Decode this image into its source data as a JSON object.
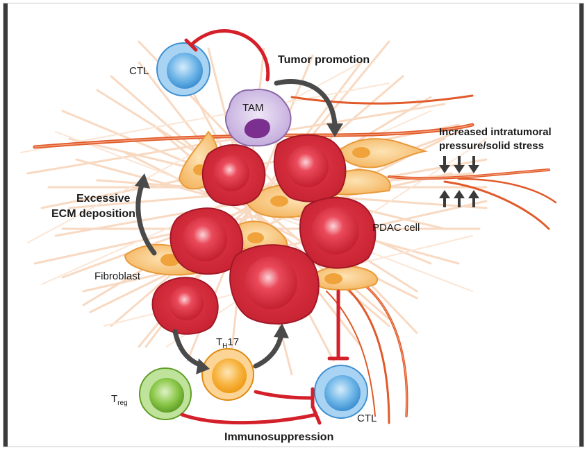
{
  "labels": {
    "ctl_top": "CTL",
    "tumor_promotion": "Tumor promotion",
    "tam": "TAM",
    "pressure_line1": "Increased intratumoral",
    "pressure_line2": "pressure/solid stress",
    "ecm_line1": "Excessive",
    "ecm_line2": "ECM deposition",
    "pdac_cell": "PDAC cell",
    "fibroblast": "Fibroblast",
    "th17_main": "T",
    "th17_sub": "H",
    "th17_suffix": "17",
    "treg_main": "T",
    "treg_sub": "reg",
    "ctl_bottom": "CTL",
    "immunosuppression": "Immunosuppression"
  },
  "colors": {
    "tumor_cell": "#d8283a",
    "tumor_cell_dark": "#b81d2c",
    "fibroblast": "#f6c172",
    "fibroblast_nucleus": "#f0a33a",
    "ecm_fiber": "#f8d7bf",
    "collagen_orange": "#e05a2a",
    "tam_body": "#cbb6e0",
    "tam_nucleus": "#7b2f8e",
    "ctl": "#5aa8e0",
    "th17": "#f5a623",
    "treg": "#7cbf3a",
    "inhibit_red": "#d4202a",
    "arrow_gray": "#4a4a4a"
  },
  "icons": [
    "ctl-cell-icon",
    "tam-cell-icon",
    "th17-cell-icon",
    "treg-cell-icon",
    "pdac-cell-icon",
    "fibroblast-icon",
    "pressure-arrows-icon"
  ]
}
